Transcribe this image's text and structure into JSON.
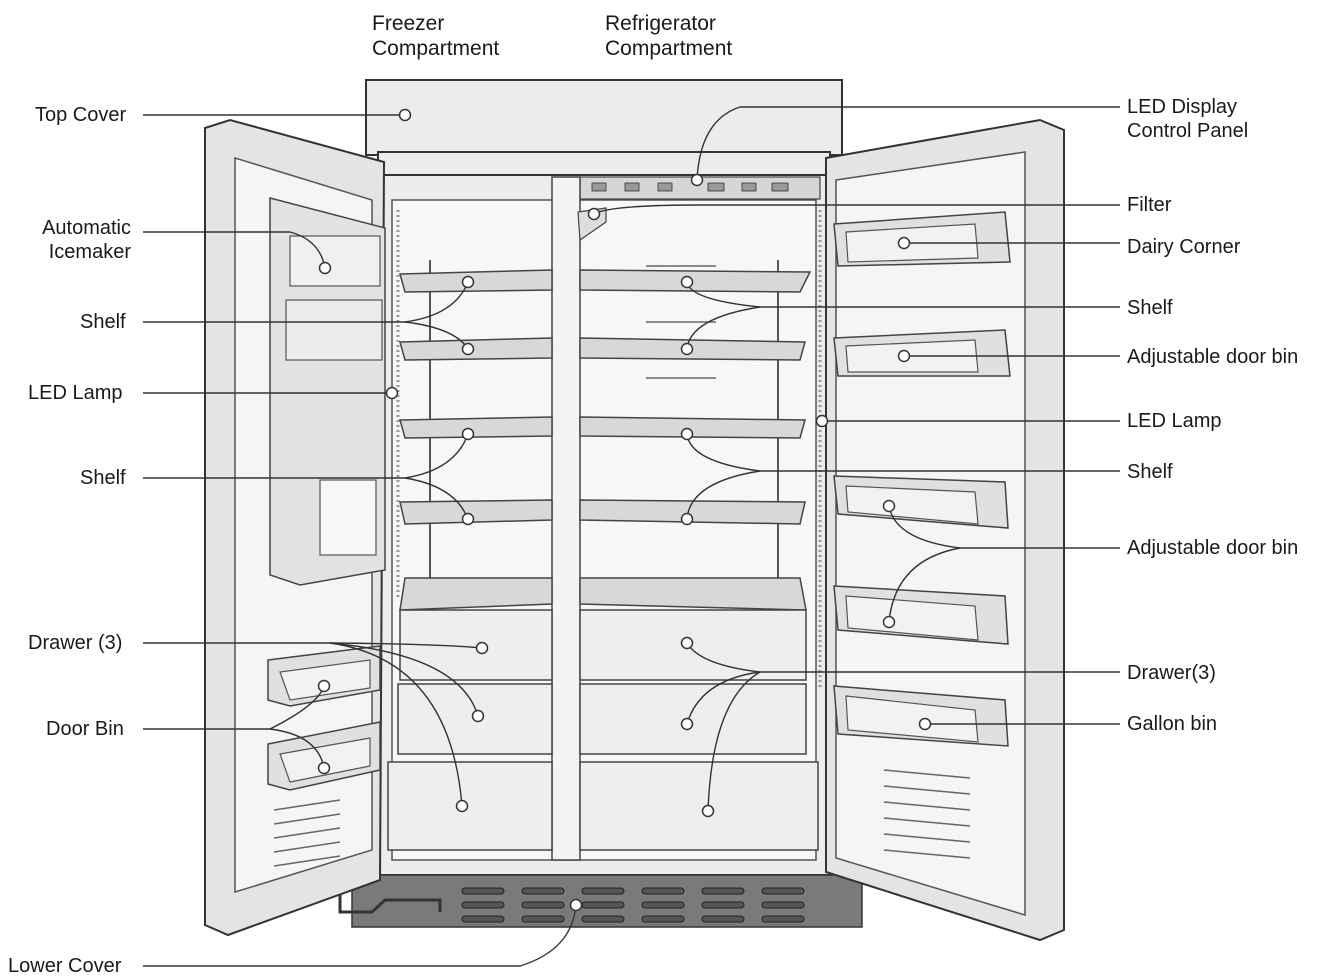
{
  "labels": {
    "freezer_compartment": [
      "Freezer",
      "Compartment"
    ],
    "refrigerator_compartment": [
      "Refrigerator",
      "Compartment"
    ],
    "top_cover": "Top Cover",
    "automatic_icemaker": [
      "Automatic",
      "Icemaker"
    ],
    "shelf_left_1": "Shelf",
    "led_lamp_left": "LED Lamp",
    "shelf_left_2": "Shelf",
    "drawer_left": "Drawer (3)",
    "door_bin": "Door Bin",
    "lower_cover": "Lower Cover",
    "led_display_control_panel": [
      "LED Display",
      "Control Panel"
    ],
    "filter": "Filter",
    "dairy_corner": "Dairy Corner",
    "shelf_right_1": "Shelf",
    "adjustable_door_bin_1": "Adjustable door bin",
    "led_lamp_right": "LED Lamp",
    "shelf_right_2": "Shelf",
    "adjustable_door_bin_2": "Adjustable door bin",
    "drawer_right": "Drawer(3)",
    "gallon_bin": "Gallon bin"
  }
}
